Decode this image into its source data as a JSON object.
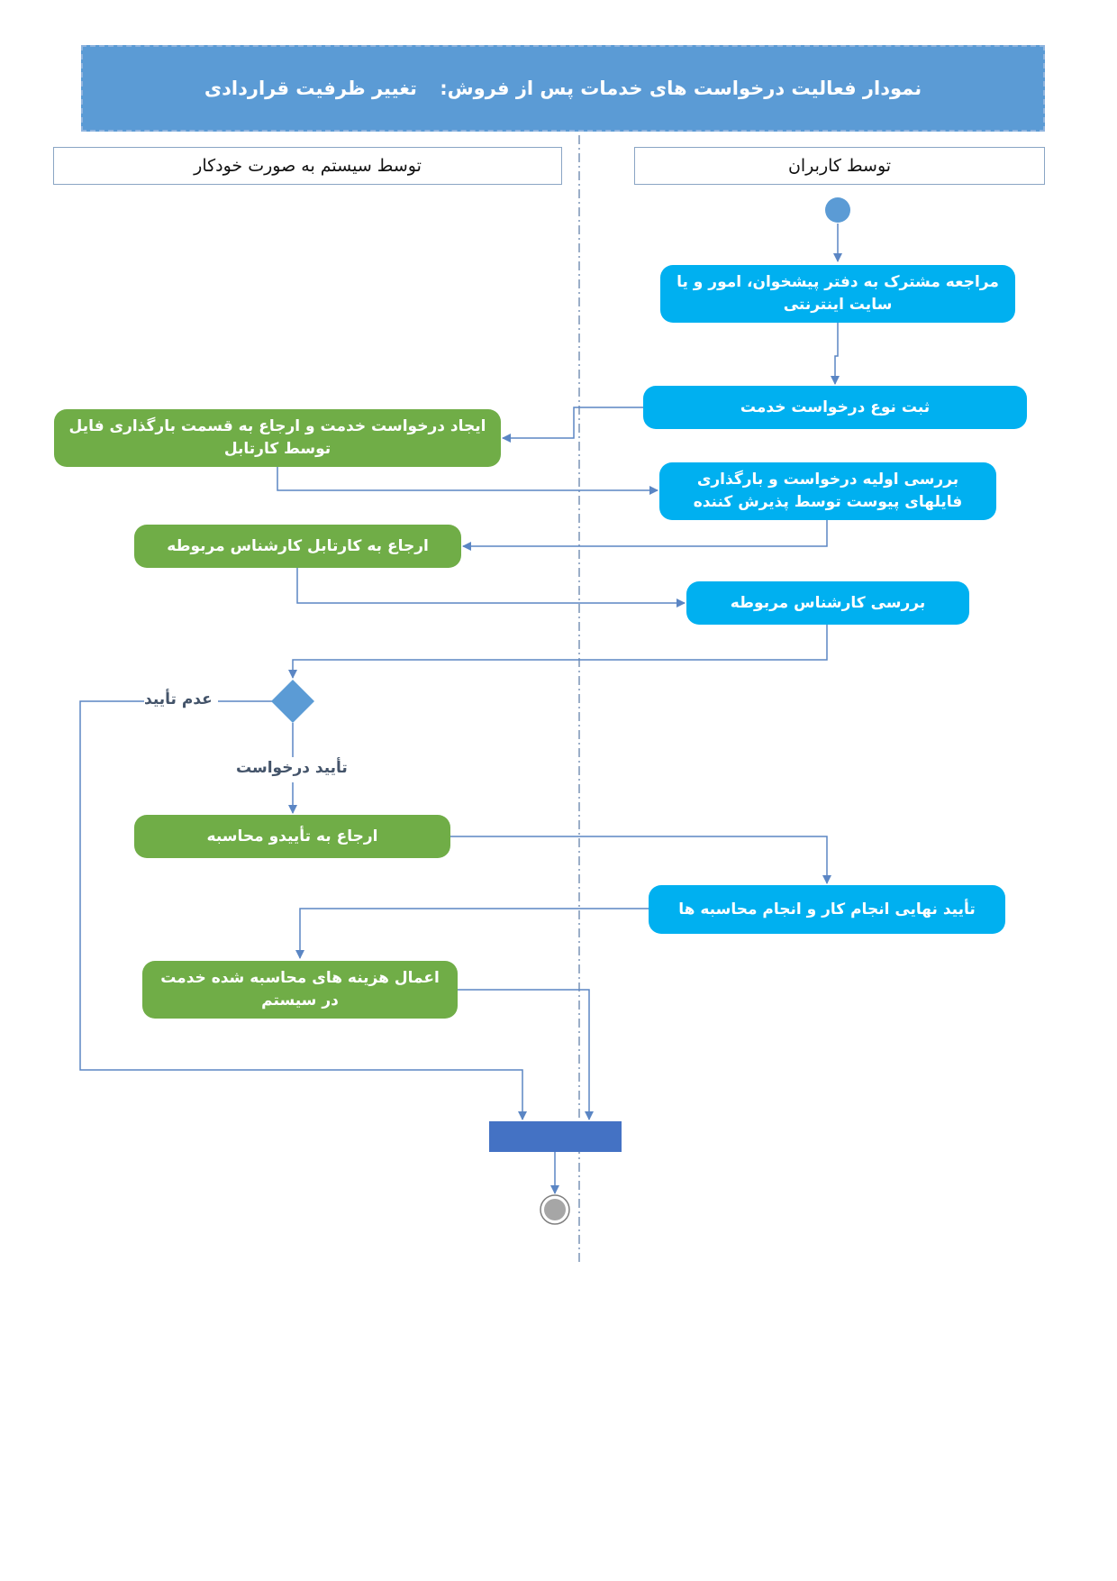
{
  "header": {
    "title": "نمودار فعالیت درخواست های خدمات پس از فروش:",
    "subtitle": "تغییر ظرفیت قراردادی"
  },
  "lanes": {
    "left": "توسط سیستم به صورت خودکار",
    "right": "توسط کاربران"
  },
  "nodes": {
    "visit_office": "مراجعه مشترک به دفتر پیشخوان، امور و یا سایت اینترنتی",
    "register_request": "ثبت نوع درخواست خدمت",
    "create_request": "ایجاد درخواست خدمت و ارجاع به قسمت بارگذاری فایل توسط کارتابل",
    "initial_review": "بررسی اولیه درخواست و بارگذاری فایلهای پیوست توسط پذیرش کننده",
    "refer_expert": "ارجاع به کارتابل کارشناس مربوطه",
    "expert_review": "بررسی کارشناس مربوطه",
    "refer_approval": "ارجاع به تأییدو محاسبه",
    "final_approval": "تأیید نهایی انجام کار و انجام محاسبه ها",
    "apply_costs": "اعمال هزینه های محاسبه شده خدمت در سیستم"
  },
  "labels": {
    "reject": "عدم تأیید",
    "approve": "تأیید درخواست"
  },
  "colors": {
    "title_bg": "#5b9bd5",
    "user_node": "#00b0f0",
    "system_node": "#70ad47",
    "connector": "#5b86c4",
    "join_bar": "#4472c4",
    "decision": "#5b9bd5"
  }
}
